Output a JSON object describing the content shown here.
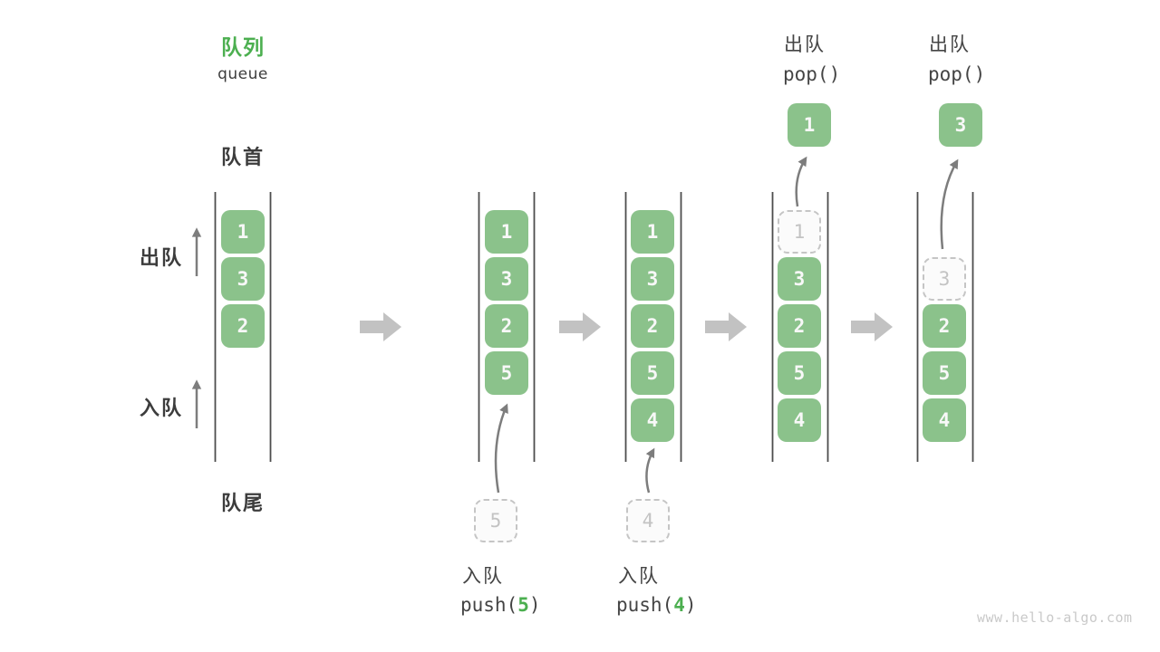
{
  "title": {
    "zh": "队列",
    "en": "queue"
  },
  "labels": {
    "front": "队首",
    "rear": "队尾",
    "dequeue_side": "出队",
    "enqueue_side": "入队"
  },
  "columns": {
    "c1": {
      "cells": [
        "1",
        "3",
        "2"
      ]
    },
    "c2": {
      "cells": [
        "1",
        "3",
        "2",
        "5"
      ],
      "staged": "5"
    },
    "c3": {
      "cells": [
        "1",
        "3",
        "2",
        "5",
        "4"
      ],
      "staged": "4"
    },
    "c4": {
      "ghost": "1",
      "cells": [
        "3",
        "2",
        "5",
        "4"
      ],
      "popped": "1"
    },
    "c5": {
      "ghost": "3",
      "cells": [
        "2",
        "5",
        "4"
      ],
      "popped": "3"
    }
  },
  "ops": {
    "push5": {
      "label": "入队",
      "code_open": "push(",
      "arg": "5",
      "code_close": ")"
    },
    "push4": {
      "label": "入队",
      "code_open": "push(",
      "arg": "4",
      "code_close": ")"
    },
    "pop1": {
      "label": "出队",
      "code": "pop()"
    },
    "pop3": {
      "label": "出队",
      "code": "pop()"
    }
  },
  "watermark": "www.hello-algo.com",
  "palette": {
    "cell_green": "#8bc28b",
    "title_green": "#4caf50",
    "text_dark": "#3c3c3c",
    "block_arrow_gray": "#c2c2c2",
    "channel_line_gray": "#4d4d4d",
    "ghost_gray": "#c3c3c3",
    "small_arrow_gray": "#7d7d7d",
    "watermark_gray": "#c9c9c9"
  }
}
